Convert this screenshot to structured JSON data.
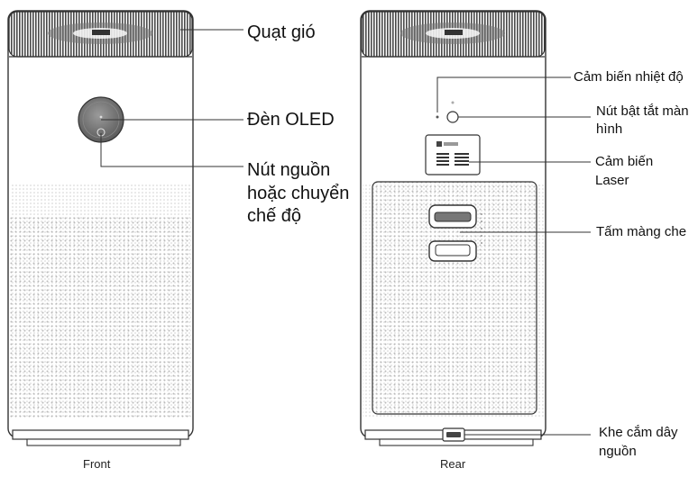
{
  "front": {
    "caption": "Front",
    "labels": {
      "fan": "Quạt gió",
      "oled": "Đèn OLED",
      "power_mode": "Nút nguồn hoặc chuyển chế độ"
    }
  },
  "rear": {
    "caption": "Rear",
    "labels": {
      "temp_sensor": "Cảm biến nhiệt độ",
      "screen_toggle": "Nút bật tắt màn hình",
      "laser_sensor": "Cảm biến Laser",
      "cover": "Tấm màng che",
      "power_socket": "Khe  cắm dây  nguồn"
    }
  },
  "colors": {
    "line": "#333333",
    "dots": "#b9b9b9",
    "grille": "#555555"
  }
}
